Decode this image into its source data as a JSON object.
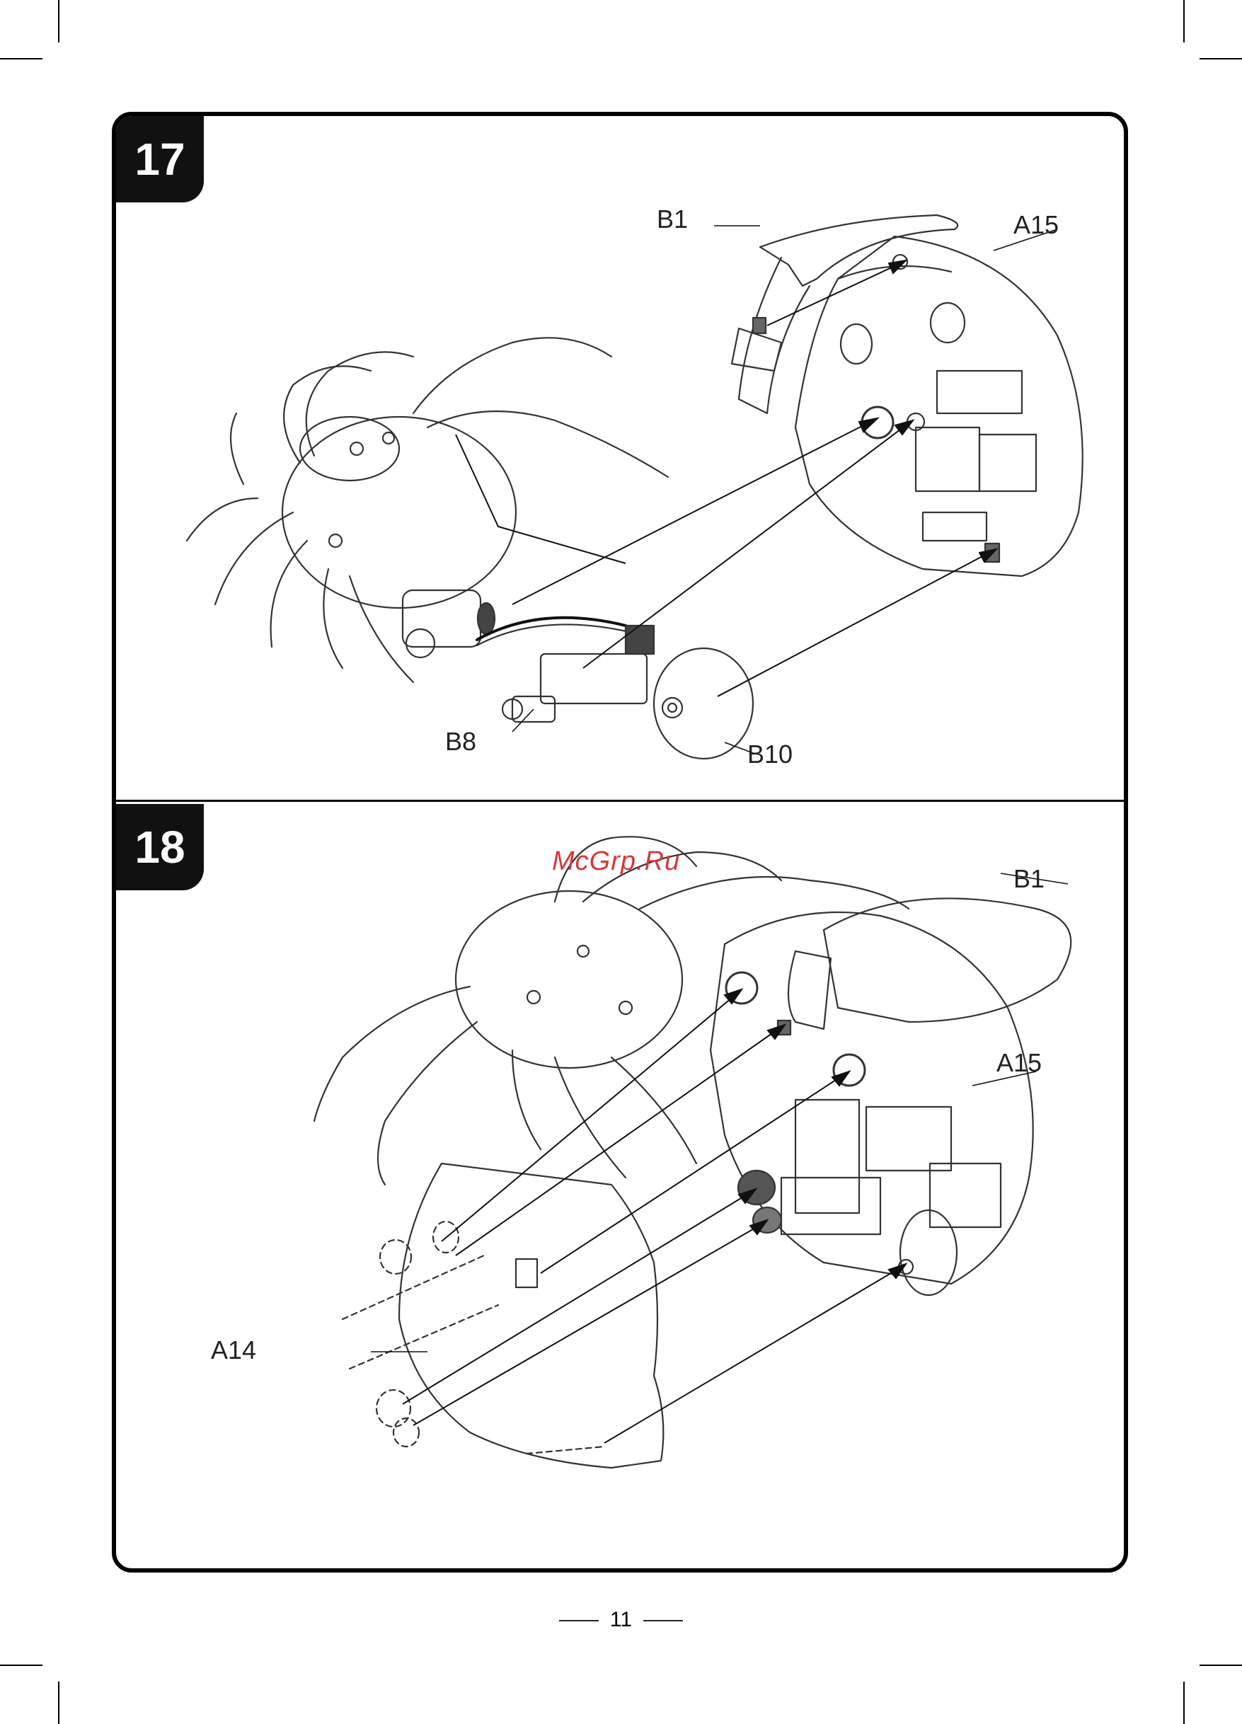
{
  "steps": [
    {
      "number": "17",
      "labels": {
        "b1": "B1",
        "a15": "A15",
        "b8": "B8",
        "b10": "B10"
      }
    },
    {
      "number": "18",
      "labels": {
        "b1": "B1",
        "a15": "A15",
        "a14": "A14"
      }
    }
  ],
  "watermark": "McGrp.Ru",
  "page_number": "11",
  "colors": {
    "ink": "#111111",
    "watermark": "#d23a3a"
  }
}
